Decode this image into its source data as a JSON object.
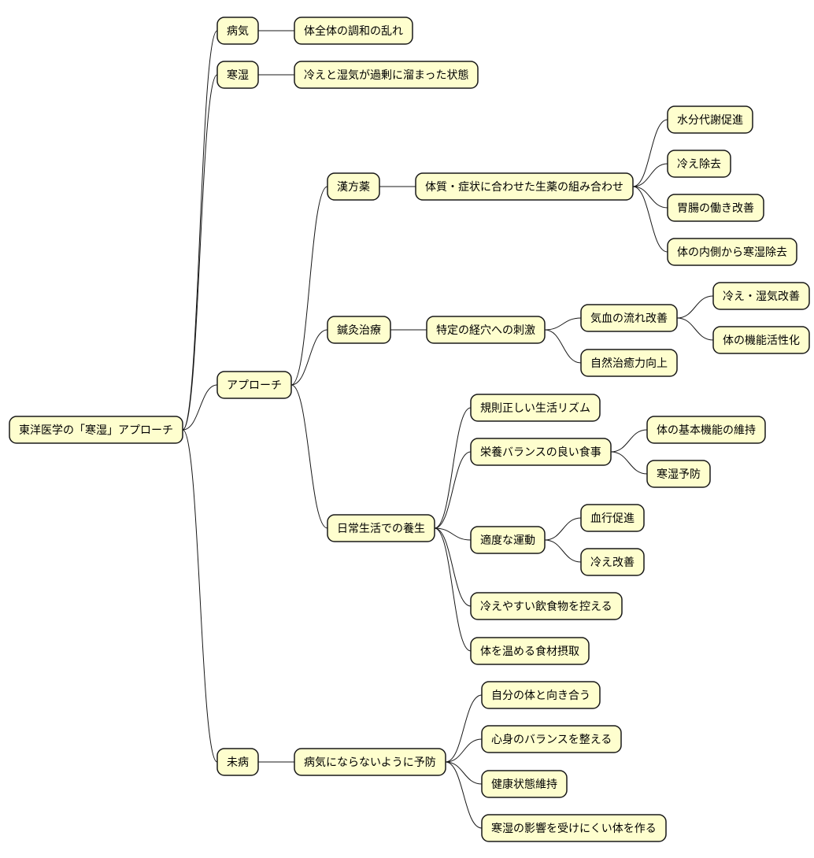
{
  "mindmap": {
    "colors": {
      "node_fill": "#fefece",
      "node_border": "#181818",
      "edge": "#181818",
      "text": "#000000"
    },
    "root": {
      "label": "東洋医学の「寒湿」アプローチ",
      "children": [
        {
          "label": "病気",
          "children": [
            {
              "label": "体全体の調和の乱れ"
            }
          ]
        },
        {
          "label": "寒湿",
          "children": [
            {
              "label": "冷えと湿気が過剰に溜まった状態"
            }
          ]
        },
        {
          "label": "アプローチ",
          "children": [
            {
              "label": "漢方薬",
              "children": [
                {
                  "label": "体質・症状に合わせた生薬の組み合わせ",
                  "children": [
                    {
                      "label": "水分代謝促進"
                    },
                    {
                      "label": "冷え除去"
                    },
                    {
                      "label": "胃腸の働き改善"
                    },
                    {
                      "label": "体の内側から寒湿除去"
                    }
                  ]
                }
              ]
            },
            {
              "label": "鍼灸治療",
              "children": [
                {
                  "label": "特定の経穴への刺激",
                  "children": [
                    {
                      "label": "気血の流れ改善",
                      "children": [
                        {
                          "label": "冷え・湿気改善"
                        },
                        {
                          "label": "体の機能活性化"
                        }
                      ]
                    },
                    {
                      "label": "自然治癒力向上"
                    }
                  ]
                }
              ]
            },
            {
              "label": "日常生活での養生",
              "children": [
                {
                  "label": "規則正しい生活リズム"
                },
                {
                  "label": "栄養バランスの良い食事",
                  "children": [
                    {
                      "label": "体の基本機能の維持"
                    },
                    {
                      "label": "寒湿予防"
                    }
                  ]
                },
                {
                  "label": "適度な運動",
                  "children": [
                    {
                      "label": "血行促進"
                    },
                    {
                      "label": "冷え改善"
                    }
                  ]
                },
                {
                  "label": "冷えやすい飲食物を控える"
                },
                {
                  "label": "体を温める食材摂取"
                }
              ]
            }
          ]
        },
        {
          "label": "未病",
          "children": [
            {
              "label": "病気にならないように予防",
              "children": [
                {
                  "label": "自分の体と向き合う"
                },
                {
                  "label": "心身のバランスを整える"
                },
                {
                  "label": "健康状態維持"
                },
                {
                  "label": "寒湿の影響を受けにくい体を作る"
                }
              ]
            }
          ]
        }
      ]
    }
  }
}
